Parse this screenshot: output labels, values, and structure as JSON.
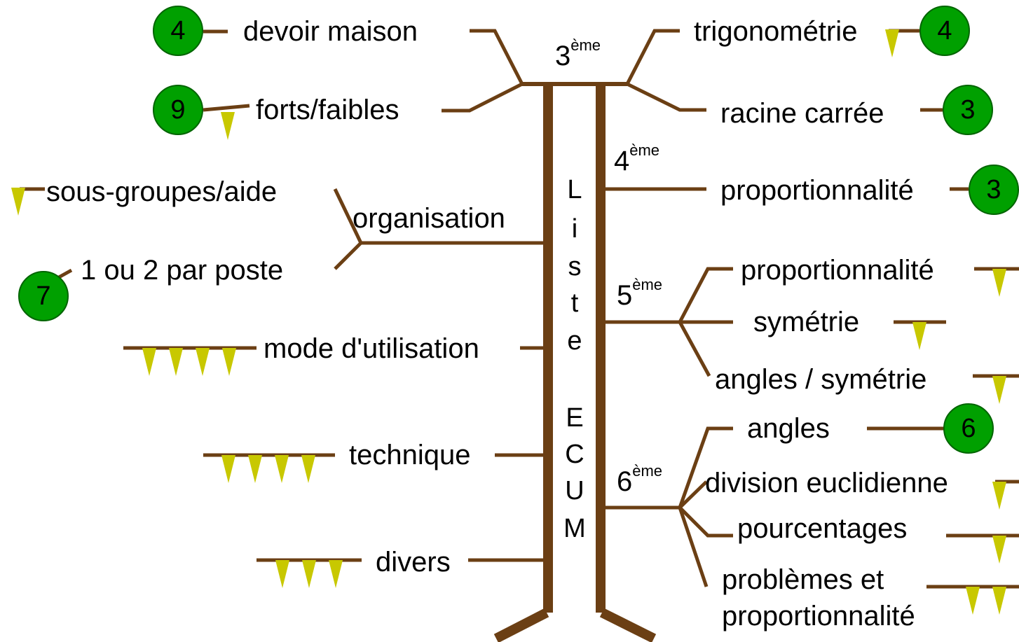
{
  "trunk": {
    "vertical_text": [
      "L",
      "i",
      "s",
      "t",
      "e",
      "E",
      "C",
      "U",
      "M"
    ]
  },
  "left": {
    "level": {
      "base": "3",
      "sup": "ème"
    },
    "devoir_maison": {
      "label": "devoir maison",
      "badge": "4",
      "arrows": 0
    },
    "forts_faibles": {
      "label": "forts/faibles",
      "badge": "9",
      "arrows": 1
    },
    "organisation": {
      "label": "organisation",
      "children": [
        {
          "label": "sous-groupes/aide",
          "arrows": 1
        },
        {
          "label": "1 ou 2 par poste",
          "badge": "7"
        }
      ]
    },
    "mode": {
      "label": "mode d'utilisation",
      "arrows": 4
    },
    "technique": {
      "label": "technique",
      "arrows": 4
    },
    "divers": {
      "label": "divers",
      "arrows": 3
    }
  },
  "right": {
    "trigonometrie": {
      "label": "trigonométrie",
      "badge": "4",
      "arrows": 1
    },
    "racine": {
      "label": "racine carrée",
      "badge": "3"
    },
    "level4": {
      "level": {
        "base": "4",
        "sup": "ème"
      },
      "proportionnalite": {
        "label": "proportionnalité",
        "badge": "3"
      }
    },
    "level5": {
      "level": {
        "base": "5",
        "sup": "ème"
      },
      "items": [
        {
          "label": "proportionnalité",
          "arrows": 1
        },
        {
          "label": "symétrie",
          "arrows": 1
        },
        {
          "label": "angles / symétrie",
          "arrows": 1
        }
      ]
    },
    "level6": {
      "level": {
        "base": "6",
        "sup": "ème"
      },
      "items": [
        {
          "label": "angles",
          "badge": "6"
        },
        {
          "label": "division euclidienne",
          "arrows": 1
        },
        {
          "label": "pourcentages",
          "arrows": 1
        },
        {
          "label": "problèmes et",
          "line2": "proportionnalité",
          "arrows": 2
        }
      ]
    }
  },
  "colors": {
    "branch": "#6b3f14",
    "badge": "#00a000",
    "arrow": "#c8c800"
  }
}
